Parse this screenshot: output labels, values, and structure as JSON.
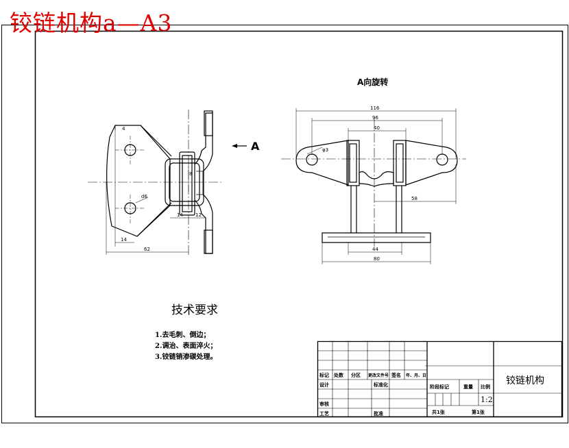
{
  "drawing": {
    "red_title": "铰链机构a—A3",
    "view_label": "A向旋转",
    "arrow_label": "A"
  },
  "dims_left": {
    "d4": "4",
    "d8": "8",
    "d6": "d6",
    "d14a": "14",
    "d12": "12",
    "d14b": "14",
    "d62": "62"
  },
  "dims_right": {
    "d116": "116",
    "d96": "96",
    "d40": "40",
    "phi": "φ3",
    "d58": "58",
    "d44": "44",
    "d80": "80"
  },
  "tech": {
    "title": "技术要求",
    "items": [
      "1.去毛刺、倒边；",
      "2.调治、表面淬火；",
      "3.铰链销渗碳处理。"
    ]
  },
  "title_block": {
    "mark": "标记",
    "count": "处数",
    "zone": "分区",
    "change_doc": "更改文件号",
    "signature": "签名",
    "date": "年、月、日",
    "design": "设计",
    "standard": "标准化",
    "stage": "阶段标记",
    "weight": "重量",
    "scale": "比例",
    "scale_value": "1:2",
    "review": "审核",
    "process": "工艺",
    "approve": "批准",
    "sheets_total": "共1张",
    "sheet_no": "第1张",
    "part_name": "铰链机构"
  }
}
